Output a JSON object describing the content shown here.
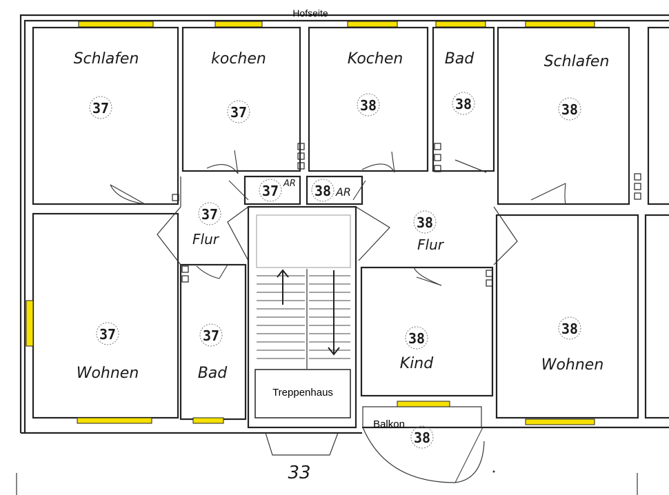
{
  "header": {
    "label": "Hofseite"
  },
  "rooms": {
    "schlafen_left": {
      "name": "Schlafen",
      "unit": "37"
    },
    "kochen_left": {
      "name": "kochen",
      "unit": "37"
    },
    "kochen_right": {
      "name": "Kochen",
      "unit": "38"
    },
    "bad_right": {
      "name": "Bad",
      "unit": "38"
    },
    "schlafen_right": {
      "name": "Schlafen",
      "unit": "38"
    },
    "ar_left": {
      "unit": "37",
      "suffix": "AR"
    },
    "ar_right": {
      "unit": "38",
      "suffix": "AR"
    },
    "flur_left": {
      "name": "Flur",
      "unit": "37"
    },
    "flur_right": {
      "name": "Flur",
      "unit": "38"
    },
    "wohnen_left": {
      "name": "Wohnen",
      "unit": "37"
    },
    "bad_left": {
      "name": "Bad",
      "unit": "37"
    },
    "kind_right": {
      "name": "Kind",
      "unit": "38"
    },
    "wohnen_right": {
      "name": "Wohnen",
      "unit": "38"
    }
  },
  "stairwell": {
    "label": "Treppenhaus"
  },
  "balcony": {
    "label": "Balkon",
    "unit": "38"
  },
  "building_number": "33",
  "colors": {
    "window": "#f5e000",
    "wall": "#222222",
    "background": "#ffffff"
  }
}
